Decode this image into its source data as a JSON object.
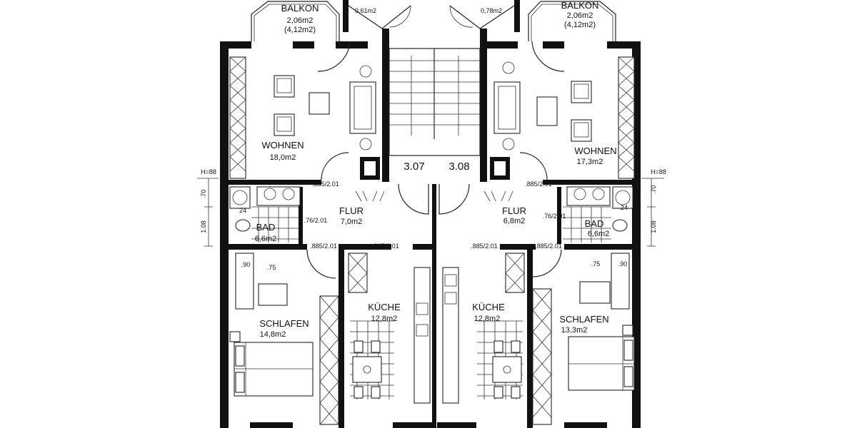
{
  "left_apartment": {
    "unit_number": "3.07",
    "balcony": {
      "name": "BALKON",
      "area": "2,06m2",
      "area_double": "(4,12m2)"
    },
    "storage_area": "0,61m2",
    "living": {
      "name": "WOHNEN",
      "area": "18,0m2"
    },
    "hall": {
      "name": "FLUR",
      "area": "7,0m2"
    },
    "bath": {
      "name": "BAD",
      "area": "6,6m2"
    },
    "kitchen": {
      "name": "KÜCHE",
      "area": "12,8m2"
    },
    "bedroom": {
      "name": "SCHLAFEN",
      "area": "14,8m2"
    },
    "door_living": ".885/2.01",
    "door_bath": ".76/2.01",
    "door_bed": ".885/2.01",
    "door_kitchen": ".885/2.01",
    "tub_width": ".90",
    "tub_gap": ".75",
    "wc_label": "24"
  },
  "right_apartment": {
    "unit_number": "3.08",
    "balcony": {
      "name": "BALKON",
      "area": "2,06m2",
      "area_double": "(4,12m2)"
    },
    "storage_area": "0,78m2",
    "living": {
      "name": "WOHNEN",
      "area": "17,3m2"
    },
    "hall": {
      "name": "FLUR",
      "area": "6,8m2"
    },
    "bath": {
      "name": "BAD",
      "area": "6,6m2"
    },
    "kitchen": {
      "name": "KÜCHE",
      "area": "12,8m2"
    },
    "bedroom": {
      "name": "SCHLAFEN",
      "area": "13,3m2"
    },
    "door_living": ".885/2.01",
    "door_bath": ".76/2.01",
    "door_bed": ".885/2.01",
    "door_kitchen": ".885/2.01",
    "tub_width": ".90",
    "tub_gap": ".75",
    "wc_label": "24"
  },
  "parapet": {
    "left": "H=88",
    "right": "H=88"
  },
  "window_dims": {
    "upper": ".70",
    "lower": "1.08"
  }
}
